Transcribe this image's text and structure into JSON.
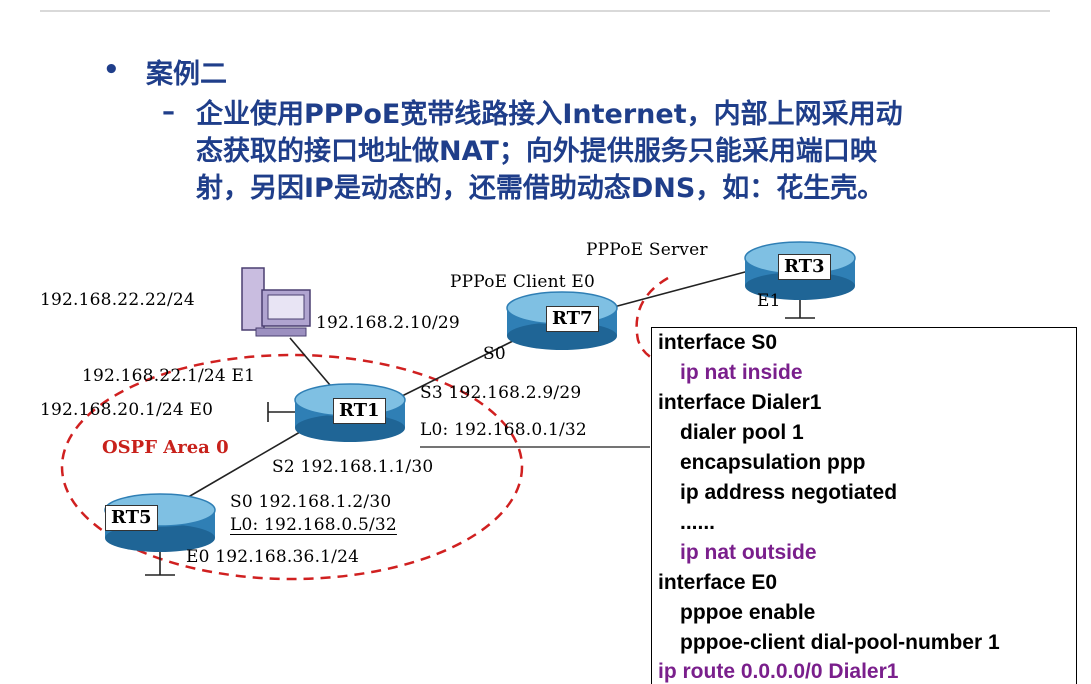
{
  "slide": {
    "bullet": "•",
    "heading": "案例二",
    "dash": "–",
    "description_lines": [
      "企业使用PPPoE宽带线路接入Internet，内部上网采用动",
      "态获取的接口地址做NAT；向外提供服务只能采用端口映",
      "射，另因IP是动态的，还需借助动态DNS，如：花生壳。"
    ]
  },
  "diagram": {
    "routers": {
      "rt3": "RT3",
      "rt7": "RT7",
      "rt1": "RT1",
      "rt5": "RT5"
    },
    "labels": {
      "pppoe_server": "PPPoE Server",
      "pppoe_client": "PPPoE Client E0",
      "rt3_e1": "E1",
      "pc_ip": "192.168.22.22/24",
      "rt7_ip": "192.168.2.10/29",
      "rt7_s0": "S0",
      "rt1_e1": "192.168.22.1/24 E1",
      "rt1_e0": "192.168.20.1/24 E0",
      "rt1_s3": "S3  192.168.2.9/29",
      "rt1_lo": "L0: 192.168.0.1/32",
      "rt1_s2": "S2  192.168.1.1/30",
      "ospf_area": "OSPF Area 0",
      "rt5_s0": "S0  192.168.1.2/30",
      "rt5_lo": "L0: 192.168.0.5/32",
      "rt5_e0": "E0  192.168.36.1/24"
    },
    "colors": {
      "router_body": "#2f7fb5",
      "router_top": "#7fc0e3",
      "ospf_circle": "#d02020",
      "link": "#222222"
    }
  },
  "config": {
    "lines": [
      {
        "text": "interface S0",
        "indent": false,
        "highlight": false
      },
      {
        "text": "ip nat inside",
        "indent": true,
        "highlight": true
      },
      {
        "text": "interface Dialer1",
        "indent": false,
        "highlight": false
      },
      {
        "text": "dialer pool 1",
        "indent": true,
        "highlight": false
      },
      {
        "text": "encapsulation ppp",
        "indent": true,
        "highlight": false
      },
      {
        "text": "ip address negotiated",
        "indent": true,
        "highlight": false
      },
      {
        "text": "......",
        "indent": true,
        "highlight": false
      },
      {
        "text": "ip nat outside",
        "indent": true,
        "highlight": true
      },
      {
        "text": "interface E0",
        "indent": false,
        "highlight": false
      },
      {
        "text": "pppoe enable",
        "indent": true,
        "highlight": false
      },
      {
        "text": "pppoe-client dial-pool-number 1",
        "indent": true,
        "highlight": false
      },
      {
        "text": "ip route  0.0.0.0/0  Dialer1",
        "indent": false,
        "highlight": true
      }
    ],
    "highlight_color": "#7a1f8c"
  }
}
